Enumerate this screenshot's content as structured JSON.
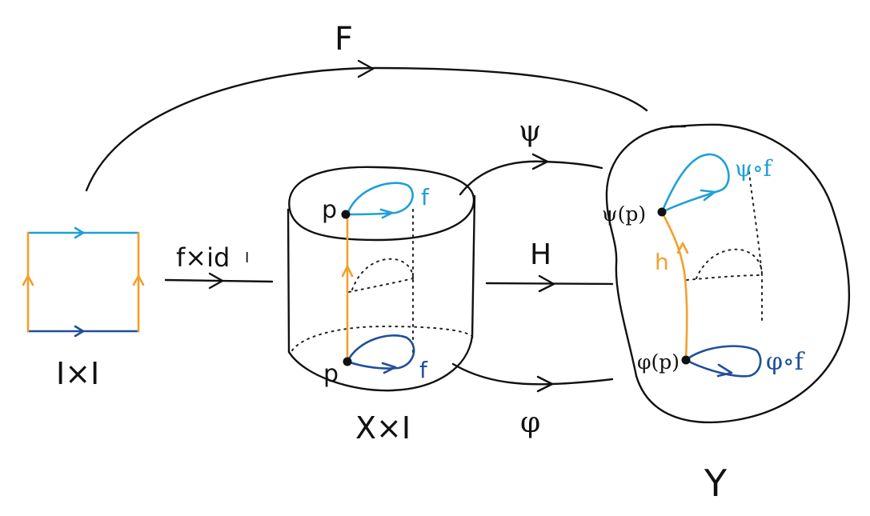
{
  "labels": {
    "F": "F",
    "psi": "ψ",
    "H": "H",
    "phi": "φ",
    "f_times_id": "f×id",
    "id_subscript": "I",
    "IxI": "I×I",
    "XxI": "X×I",
    "Y": "Y",
    "p_top": "p",
    "p_bottom": "p",
    "f_top": "f",
    "f_bottom": "f",
    "psi_p": "ψ(p)",
    "phi_p": "φ(p)",
    "psi_f": "ψ∘f",
    "phi_f": "φ∘f",
    "h": "h"
  },
  "colors": {
    "ink": "#111111",
    "orange": "#f2a02c",
    "light_blue": "#1fa0d6",
    "dark_blue": "#1f4f9a"
  }
}
